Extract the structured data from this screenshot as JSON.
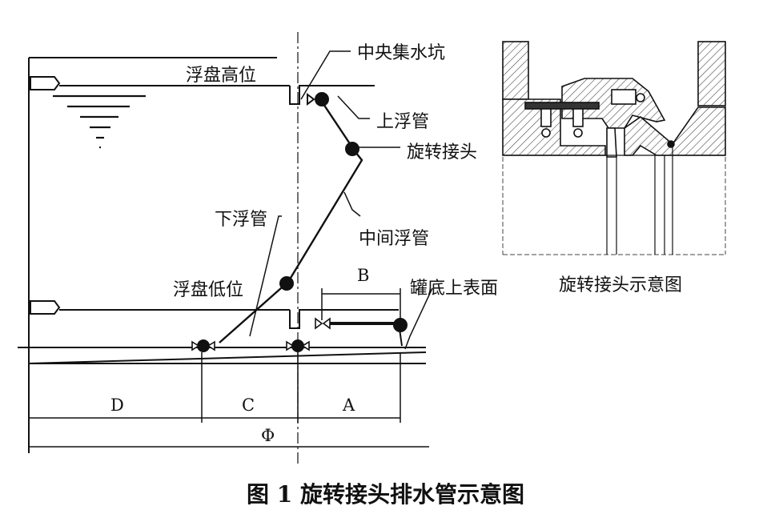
{
  "labels": {
    "sump": "中央集水坑",
    "float_high": "浮盘高位",
    "upper_pipe": "上浮管",
    "swivel": "旋转接头",
    "lower_pipe": "下浮管",
    "middle_pipe": "中间浮管",
    "float_low": "浮盘低位",
    "tank_bottom": "罐底上表面",
    "detail_title": "旋转接头示意图"
  },
  "dimensions": {
    "a": "A",
    "b": "B",
    "c": "C",
    "d": "D",
    "phi": "Φ"
  },
  "caption": "图 1   旋转接头排水管示意图"
}
